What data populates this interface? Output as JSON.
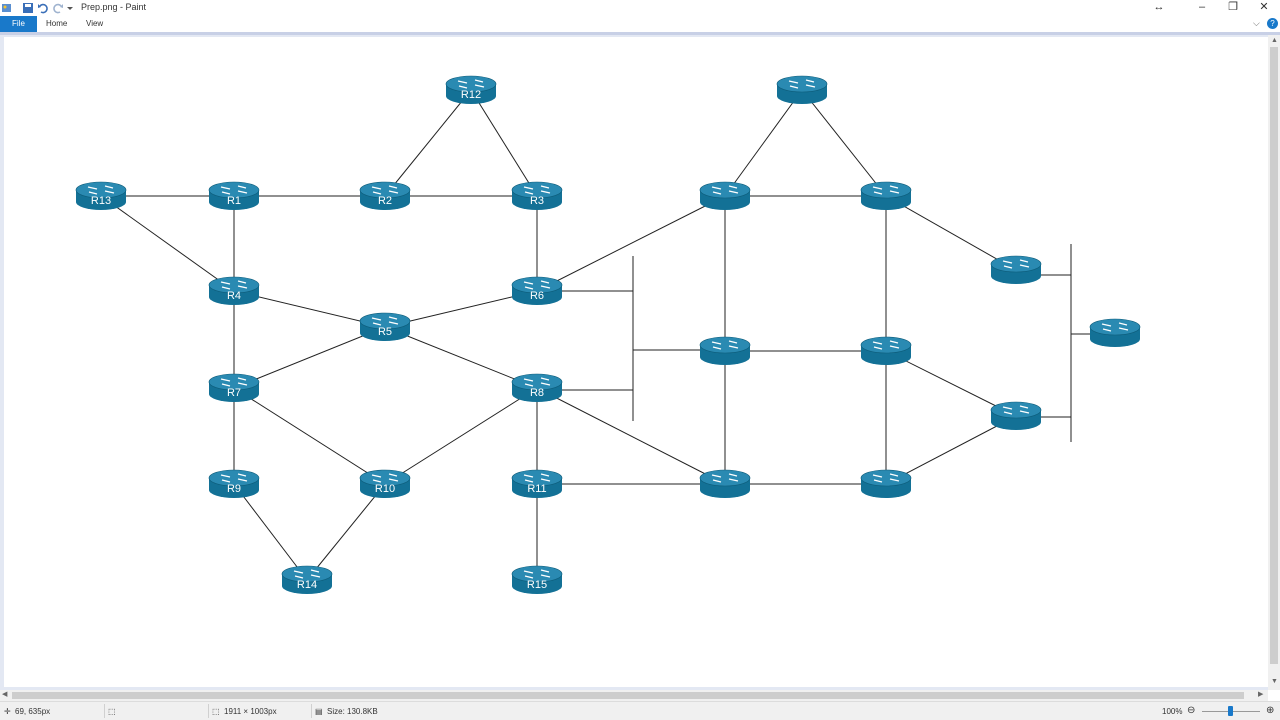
{
  "window": {
    "title": "Prep.png - Paint",
    "menu": {
      "file": "File",
      "home": "Home",
      "view": "View"
    }
  },
  "status": {
    "cursor": "69, 635px",
    "dimensions": "1911 × 1003px",
    "size": "Size: 130.8KB",
    "zoom": "100%"
  },
  "colors": {
    "router": "#137196",
    "router_top": "#2a8ab2",
    "link": "#222222",
    "accent": "#1979ca"
  },
  "diagram": {
    "routers": [
      {
        "id": "R12",
        "label": "R12"
      },
      {
        "id": "R13",
        "label": "R13"
      },
      {
        "id": "R1",
        "label": "R1"
      },
      {
        "id": "R2",
        "label": "R2"
      },
      {
        "id": "R3",
        "label": "R3"
      },
      {
        "id": "R4",
        "label": "R4"
      },
      {
        "id": "R5",
        "label": "R5"
      },
      {
        "id": "R6",
        "label": "R6"
      },
      {
        "id": "R7",
        "label": "R7"
      },
      {
        "id": "R8",
        "label": "R8"
      },
      {
        "id": "R9",
        "label": "R9"
      },
      {
        "id": "R10",
        "label": "R10"
      },
      {
        "id": "R11",
        "label": "R11"
      },
      {
        "id": "R14",
        "label": "R14"
      },
      {
        "id": "R15",
        "label": "R15"
      },
      {
        "id": "U1",
        "label": ""
      },
      {
        "id": "U2",
        "label": ""
      },
      {
        "id": "U3",
        "label": ""
      },
      {
        "id": "U4",
        "label": ""
      },
      {
        "id": "U5",
        "label": ""
      },
      {
        "id": "U6",
        "label": ""
      },
      {
        "id": "U7",
        "label": ""
      },
      {
        "id": "U8",
        "label": ""
      },
      {
        "id": "U9",
        "label": ""
      },
      {
        "id": "U10",
        "label": ""
      }
    ],
    "links": [
      [
        "R13",
        "R1"
      ],
      [
        "R1",
        "R2"
      ],
      [
        "R2",
        "R3"
      ],
      [
        "R12",
        "R2"
      ],
      [
        "R12",
        "R3"
      ],
      [
        "R13",
        "R4"
      ],
      [
        "R1",
        "R4"
      ],
      [
        "R3",
        "R6"
      ],
      [
        "R4",
        "R5"
      ],
      [
        "R5",
        "R6"
      ],
      [
        "R4",
        "R7"
      ],
      [
        "R5",
        "R7"
      ],
      [
        "R5",
        "R8"
      ],
      [
        "R7",
        "R10"
      ],
      [
        "R8",
        "R10"
      ],
      [
        "R7",
        "R9"
      ],
      [
        "R9",
        "R14"
      ],
      [
        "R10",
        "R14"
      ],
      [
        "R8",
        "R11"
      ],
      [
        "R11",
        "R15"
      ],
      [
        "R6",
        "U2"
      ],
      [
        "U1",
        "U2"
      ],
      [
        "U1",
        "U3"
      ],
      [
        "U2",
        "U3"
      ],
      [
        "U2",
        "U5"
      ],
      [
        "U3",
        "U4"
      ],
      [
        "U3",
        "U6"
      ],
      [
        "U5",
        "U6"
      ],
      [
        "U5",
        "U8"
      ],
      [
        "U6",
        "U7"
      ],
      [
        "U6",
        "U9"
      ],
      [
        "U7",
        "U9"
      ],
      [
        "U8",
        "U9"
      ],
      [
        "R8",
        "U8"
      ],
      [
        "R11",
        "U8"
      ]
    ]
  }
}
